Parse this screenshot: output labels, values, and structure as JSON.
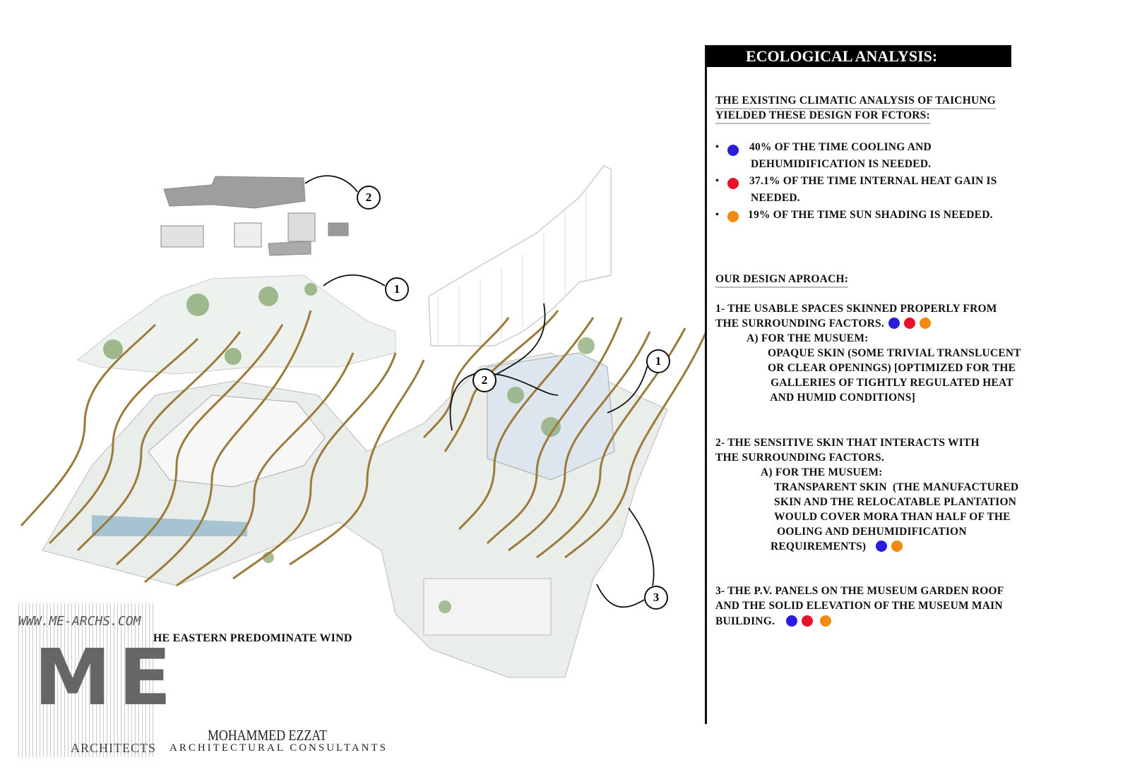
{
  "panel": {
    "title": "ECOLOGICAL ANALYSIS:",
    "intro": [
      "THE EXISTING CLIMATIC ANALYSIS OF TAICHUNG",
      " YIELDED THESE DESIGN FOR FCTORS:"
    ],
    "factors": [
      {
        "lines": [
          "40% OF THE TIME COOLING AND",
          "DEHUMIDIFICATION IS NEEDED."
        ],
        "color": "#2a1de0"
      },
      {
        "lines": [
          "37.1% OF THE TIME INTERNAL HEAT GAIN IS",
          "NEEDED."
        ],
        "color": "#e8122b"
      },
      {
        "lines": [
          "19% OF THE TIME SUN SHADING IS NEEDED."
        ],
        "color": "#f28a12"
      }
    ],
    "approach_title": "OUR DESIGN APROACH:",
    "item1": [
      "1-  THE USABLE SPACES SKINNED PROPERLY FROM",
      "THE SURROUNDING FACTORS.",
      "A)  FOR THE MUSUEM:",
      "OPAQUE SKIN (SOME TRIVIAL TRANSLUCENT",
      "OR CLEAR OPENINGS) [OPTIMIZED FOR THE",
      " GALLERIES OF TIGHTLY REGULATED HEAT",
      " AND HUMID CONDITIONS]"
    ],
    "item2": [
      "2-  THE SENSITIVE SKIN THAT INTERACTS WITH",
      "THE SURROUNDING FACTORS.",
      "A) FOR THE MUSUEM:",
      "TRANSPARENT SKIN  (THE MANUFACTURED",
      "SKIN AND THE RELOCATABLE PLANTATION",
      "WOULD COVER MORA THAN HALF OF THE",
      " OOLING AND DEHUMIDIFICATION",
      "REQUIREMENTS)"
    ],
    "item3": [
      "3-  THE P.V. PANELS ON THE MUSEUM GARDEN ROOF",
      "AND THE SOLID ELEVATION OF THE MUSEUM MAIN",
      "BUILDING."
    ]
  },
  "legend": {
    "wind": "THE EASTERN PREDOMINATE WIND",
    "wind_color": "#9c6414"
  },
  "callouts": [
    "2",
    "1",
    "2",
    "1",
    "3"
  ],
  "logo": {
    "url": "WWW.ME-ARCHS.COM",
    "mark": "ME",
    "subtitle": "ARCHITECTS"
  },
  "credit": {
    "name": "MOHAMMED EZZAT",
    "role": "ARCHITECTURAL CONSULTANTS"
  },
  "colors": {
    "blue": "#2a1de0",
    "red": "#e8122b",
    "orange": "#f28a12",
    "wind": "#9c6414"
  }
}
